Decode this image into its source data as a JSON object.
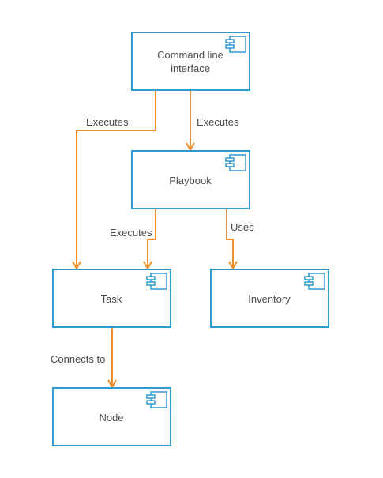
{
  "colors": {
    "component_border": "#2f9bd0",
    "connector": "#ef8f2c",
    "text": "#4a4a4a",
    "background": "#ffffff"
  },
  "components": {
    "cli": {
      "line1": "Command line",
      "line2": "interface",
      "icon": "component-icon"
    },
    "playbook": {
      "label": "Playbook",
      "icon": "component-icon"
    },
    "task": {
      "label": "Task",
      "icon": "component-icon"
    },
    "inventory": {
      "label": "Inventory",
      "icon": "component-icon"
    },
    "node": {
      "label": "Node",
      "icon": "component-icon"
    }
  },
  "connectors": {
    "cli_to_task": {
      "label": "Executes"
    },
    "cli_to_playbook": {
      "label": "Executes"
    },
    "playbook_to_task": {
      "label": "Executes"
    },
    "playbook_to_inventory": {
      "label": "Uses"
    },
    "task_to_node": {
      "label": "Connects to"
    }
  }
}
